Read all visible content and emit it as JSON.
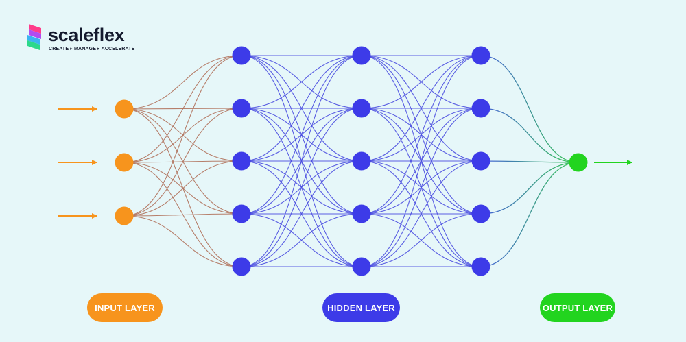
{
  "brand": {
    "name": "scaleflex",
    "tagline": "CREATE ▸ MANAGE ▸ ACCELERATE"
  },
  "layers": {
    "input_label": "INPUT LAYER",
    "hidden_label": "HIDDEN LAYER",
    "output_label": "OUTPUT LAYER"
  },
  "network": {
    "input_nodes": 3,
    "hidden_layers": 3,
    "hidden_nodes_per_layer": 5,
    "output_nodes": 1,
    "input_arrows": 3,
    "output_arrows": 1
  },
  "colors": {
    "background": "#e6f7f9",
    "input": "#f7941d",
    "hidden": "#3d3be8",
    "output": "#22d41f",
    "input_edge": "#b0705a",
    "hidden_edge": "#4a4de0",
    "output_edge_start": "#3550d8",
    "output_edge_end": "#22c43a"
  }
}
